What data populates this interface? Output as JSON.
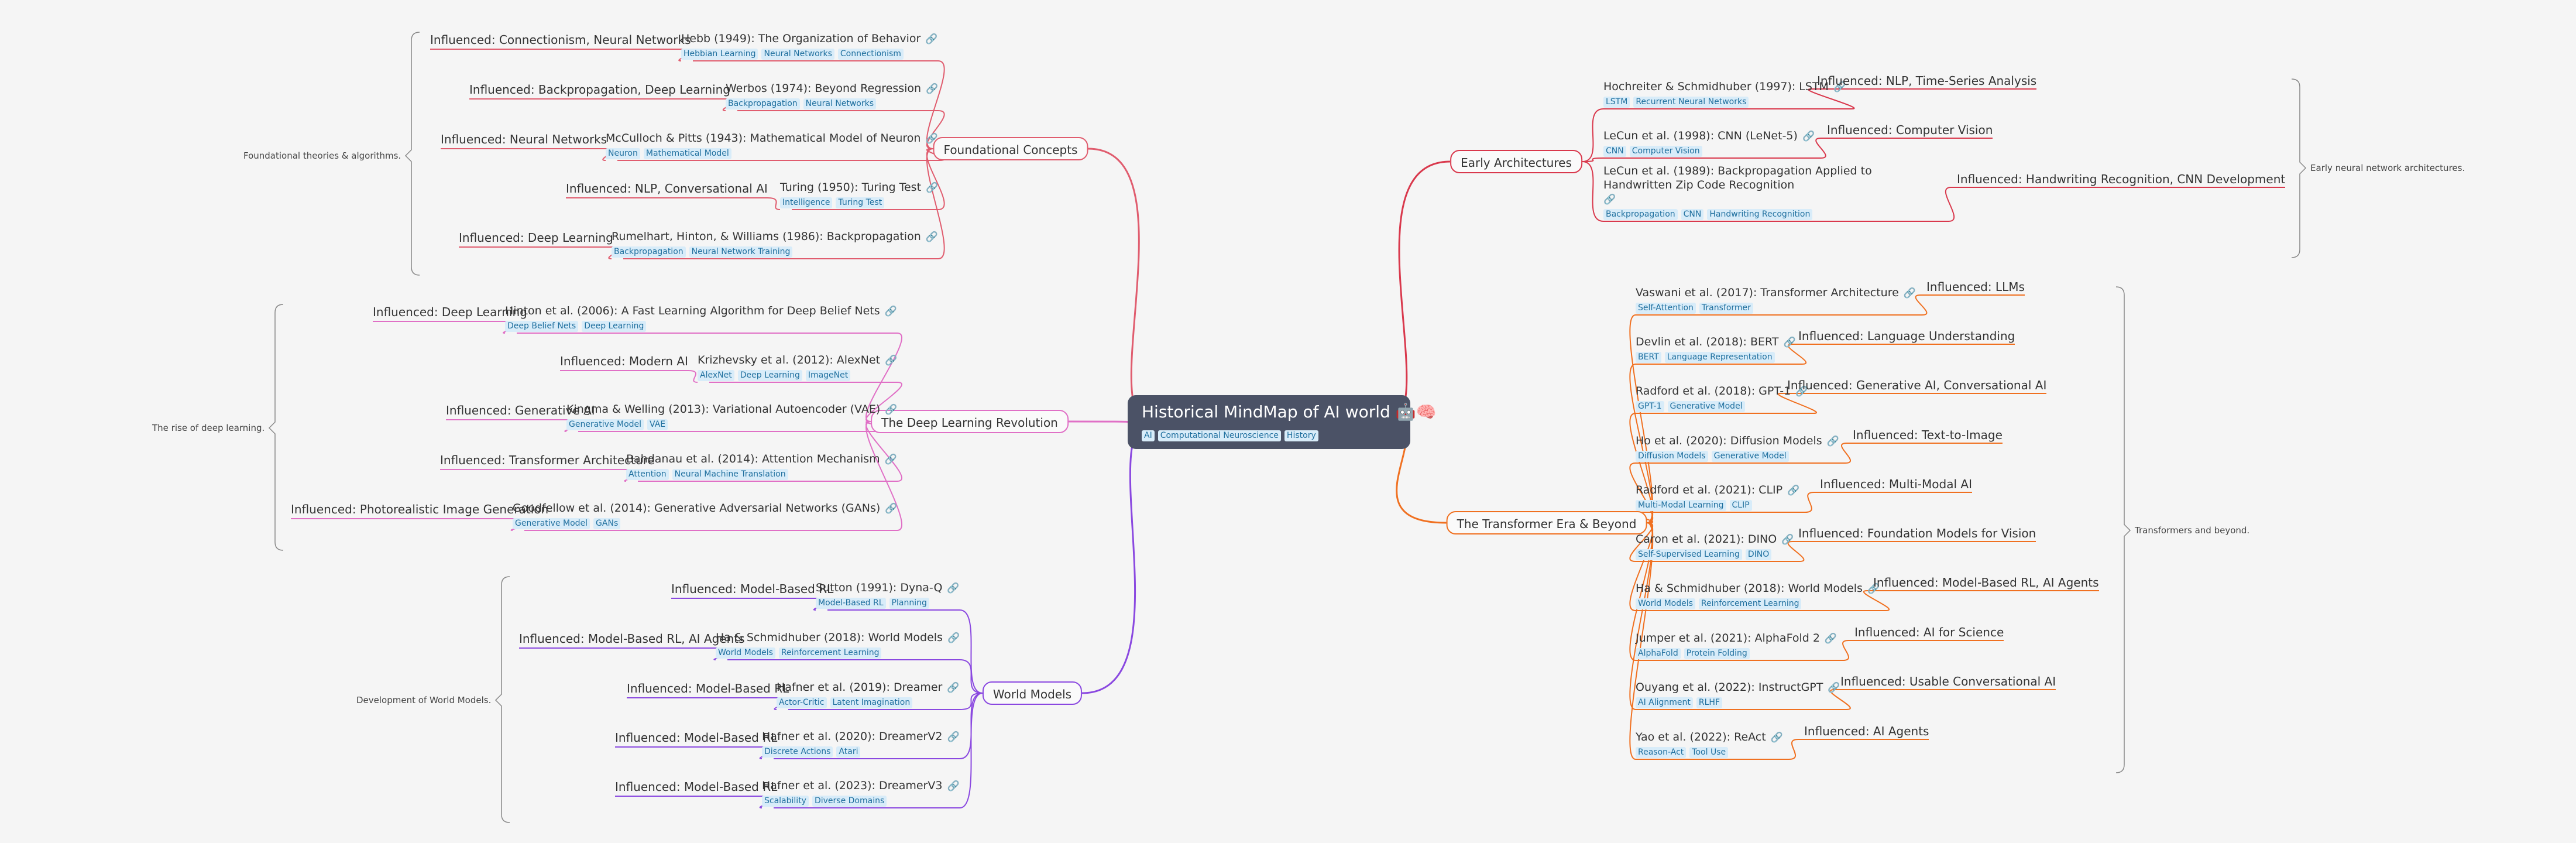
{
  "root": {
    "title": "Historical MindMap of AI world 🤖🧠",
    "tags": [
      "AI",
      "Computational Neuroscience",
      "History"
    ]
  },
  "branches": [
    {
      "id": "foundational",
      "label": "Foundational Concepts",
      "color": "#e05c6e",
      "note": "Foundational theories & algorithms.",
      "items": [
        {
          "title": "Hebb (1949): The Organization of Behavior",
          "tags": [
            "Hebbian Learning",
            "Neural Networks",
            "Connectionism"
          ],
          "influenced": "Influenced: Connectionism, Neural Networks"
        },
        {
          "title": "Werbos (1974): Beyond Regression",
          "tags": [
            "Backpropagation",
            "Neural Networks"
          ],
          "influenced": "Influenced: Backpropagation, Deep Learning"
        },
        {
          "title": "McCulloch & Pitts (1943):  Mathematical Model of Neuron",
          "tags": [
            "Neuron",
            "Mathematical Model"
          ],
          "influenced": "Influenced: Neural Networks"
        },
        {
          "title": "Turing (1950): Turing Test",
          "tags": [
            "Intelligence",
            "Turing Test"
          ],
          "influenced": "Influenced: NLP, Conversational AI"
        },
        {
          "title": "Rumelhart, Hinton, & Williams (1986): Backpropagation",
          "tags": [
            "Backpropagation",
            "Neural Network Training"
          ],
          "influenced": "Influenced: Deep Learning"
        }
      ]
    },
    {
      "id": "deep",
      "label": "The Deep Learning Revolution",
      "color": "#e070c6",
      "note": "The rise of deep learning.",
      "items": [
        {
          "title": "Hinton et al. (2006): A Fast Learning Algorithm for Deep Belief Nets",
          "tags": [
            "Deep Belief Nets",
            "Deep Learning"
          ],
          "influenced": "Influenced: Deep Learning"
        },
        {
          "title": "Krizhevsky et al. (2012): AlexNet",
          "tags": [
            "AlexNet",
            "Deep Learning",
            "ImageNet"
          ],
          "influenced": "Influenced: Modern AI"
        },
        {
          "title": "Kingma & Welling (2013): Variational Autoencoder (VAE)",
          "tags": [
            "Generative Model",
            "VAE"
          ],
          "influenced": "Influenced: Generative AI"
        },
        {
          "title": "Bahdanau et al. (2014): Attention Mechanism",
          "tags": [
            "Attention",
            "Neural Machine Translation"
          ],
          "influenced": "Influenced: Transformer Architecture"
        },
        {
          "title": "Goodfellow et al. (2014): Generative Adversarial Networks (GANs)",
          "tags": [
            "Generative Model",
            "GANs"
          ],
          "influenced": "Influenced: Photorealistic Image Generation"
        }
      ]
    },
    {
      "id": "world",
      "label": "World Models",
      "color": "#8a48e0",
      "note": "Development of World Models.",
      "items": [
        {
          "title": "Sutton (1991): Dyna-Q",
          "tags": [
            "Model-Based RL",
            "Planning"
          ],
          "influenced": "Influenced: Model-Based RL"
        },
        {
          "title": "Ha & Schmidhuber (2018): World Models",
          "tags": [
            "World Models",
            "Reinforcement Learning"
          ],
          "influenced": "Influenced: Model-Based RL, AI Agents"
        },
        {
          "title": "Hafner et al. (2019): Dreamer",
          "tags": [
            "Actor-Critic",
            "Latent Imagination"
          ],
          "influenced": "Influenced: Model-Based RL"
        },
        {
          "title": "Hafner et al. (2020): DreamerV2",
          "tags": [
            "Discrete Actions",
            "Atari"
          ],
          "influenced": "Influenced: Model-Based RL"
        },
        {
          "title": "Hafner et al. (2023): DreamerV3",
          "tags": [
            "Scalability",
            "Diverse Domains"
          ],
          "influenced": "Influenced: Model-Based RL"
        }
      ]
    },
    {
      "id": "early",
      "label": "Early Architectures",
      "color": "#d9384c",
      "note": "Early neural network architectures.",
      "items": [
        {
          "title": "Hochreiter & Schmidhuber (1997): LSTM",
          "tags": [
            "LSTM",
            "Recurrent Neural Networks"
          ],
          "influenced": "Influenced: NLP, Time-Series Analysis"
        },
        {
          "title": "LeCun et al. (1998): CNN (LeNet-5)",
          "tags": [
            "CNN",
            "Computer Vision"
          ],
          "influenced": "Influenced: Computer Vision"
        },
        {
          "title": "LeCun et al. (1989): Backpropagation Applied to Handwritten Zip Code Recognition",
          "tags": [
            "Backpropagation",
            "CNN",
            "Handwriting Recognition"
          ],
          "influenced": "Influenced: Handwriting Recognition, CNN Development"
        }
      ]
    },
    {
      "id": "transformer",
      "label": "The Transformer Era & Beyond",
      "color": "#f07020",
      "note": "Transformers and beyond.",
      "items": [
        {
          "title": "Vaswani et al. (2017): Transformer Architecture",
          "tags": [
            "Self-Attention",
            "Transformer"
          ],
          "influenced": "Influenced: LLMs"
        },
        {
          "title": "Devlin et al. (2018): BERT",
          "tags": [
            "BERT",
            "Language Representation"
          ],
          "influenced": "Influenced: Language Understanding"
        },
        {
          "title": "Radford et al. (2018): GPT-1",
          "tags": [
            "GPT-1",
            "Generative Model"
          ],
          "influenced": "Influenced: Generative AI, Conversational AI"
        },
        {
          "title": "Ho et al. (2020): Diffusion Models",
          "tags": [
            "Diffusion Models",
            "Generative Model"
          ],
          "influenced": "Influenced: Text-to-Image"
        },
        {
          "title": "Radford et al. (2021): CLIP",
          "tags": [
            "Multi-Modal Learning",
            "CLIP"
          ],
          "influenced": "Influenced: Multi-Modal AI"
        },
        {
          "title": "Caron et al. (2021): DINO",
          "tags": [
            "Self-Supervised Learning",
            "DINO"
          ],
          "influenced": "Influenced: Foundation Models for Vision"
        },
        {
          "title": "Ha & Schmidhuber (2018): World Models",
          "tags": [
            "World Models",
            "Reinforcement Learning"
          ],
          "influenced": "Influenced: Model-Based RL, AI Agents"
        },
        {
          "title": "Jumper et al. (2021): AlphaFold 2",
          "tags": [
            "AlphaFold",
            "Protein Folding"
          ],
          "influenced": "Influenced: AI for Science"
        },
        {
          "title": "Ouyang et al. (2022): InstructGPT",
          "tags": [
            "AI Alignment",
            "RLHF"
          ],
          "influenced": "Influenced: Usable Conversational AI"
        },
        {
          "title": "Yao et al. (2022): ReAct",
          "tags": [
            "Reason-Act",
            "Tool Use"
          ],
          "influenced": "Influenced: AI Agents"
        }
      ]
    }
  ],
  "icons": {
    "link": "link-icon"
  }
}
